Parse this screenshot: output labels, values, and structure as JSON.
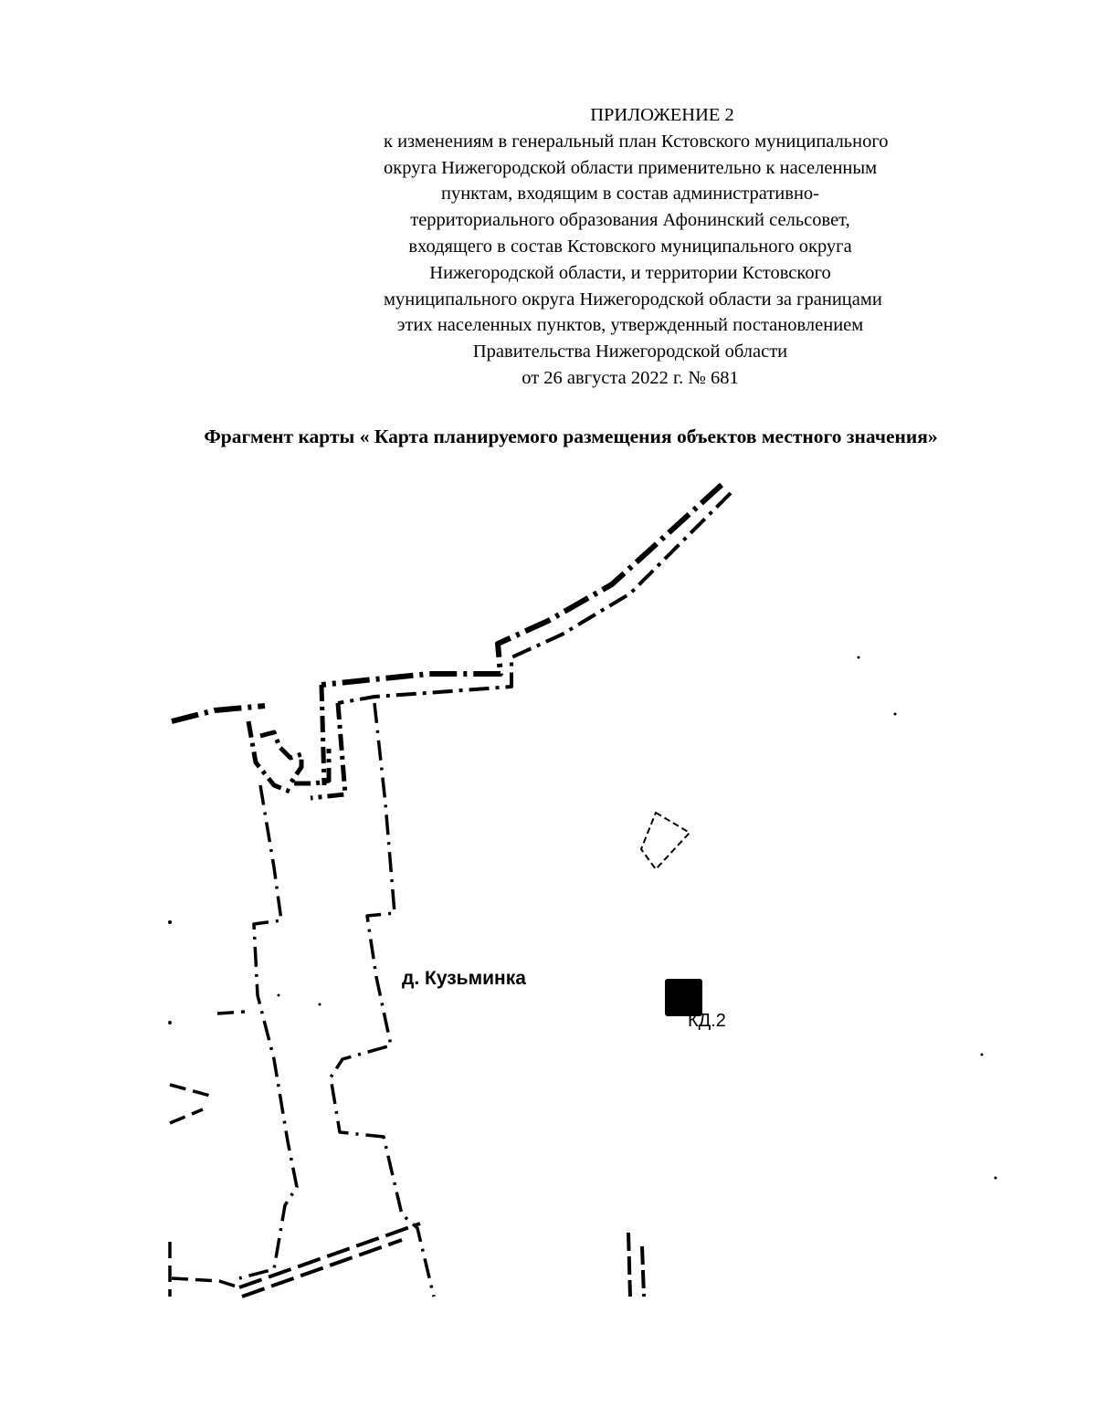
{
  "appendix": {
    "lines": [
      "ПРИЛОЖЕНИЕ 2",
      "к изменениям в генеральный план Кстовского муниципального",
      "округа Нижегородской области применительно к населенным",
      "пунктам, входящим в состав административно-",
      "территориального образования Афонинский сельсовет,",
      "входящего в состав Кстовского муниципального округа",
      "Нижегородской области, и территории Кстовского",
      "муниципального округа Нижегородской области за границами",
      "этих населенных пунктов, утвержденный постановлением",
      "Правительства Нижегородской области",
      "от 26 августа 2022 г. № 681"
    ]
  },
  "map_title": "Фрагмент карты « Карта планируемого размещения объектов местного значения»",
  "map": {
    "settlement_label": "д. Кузьминка",
    "object_code": "КД.2",
    "line_color": "#000000"
  }
}
